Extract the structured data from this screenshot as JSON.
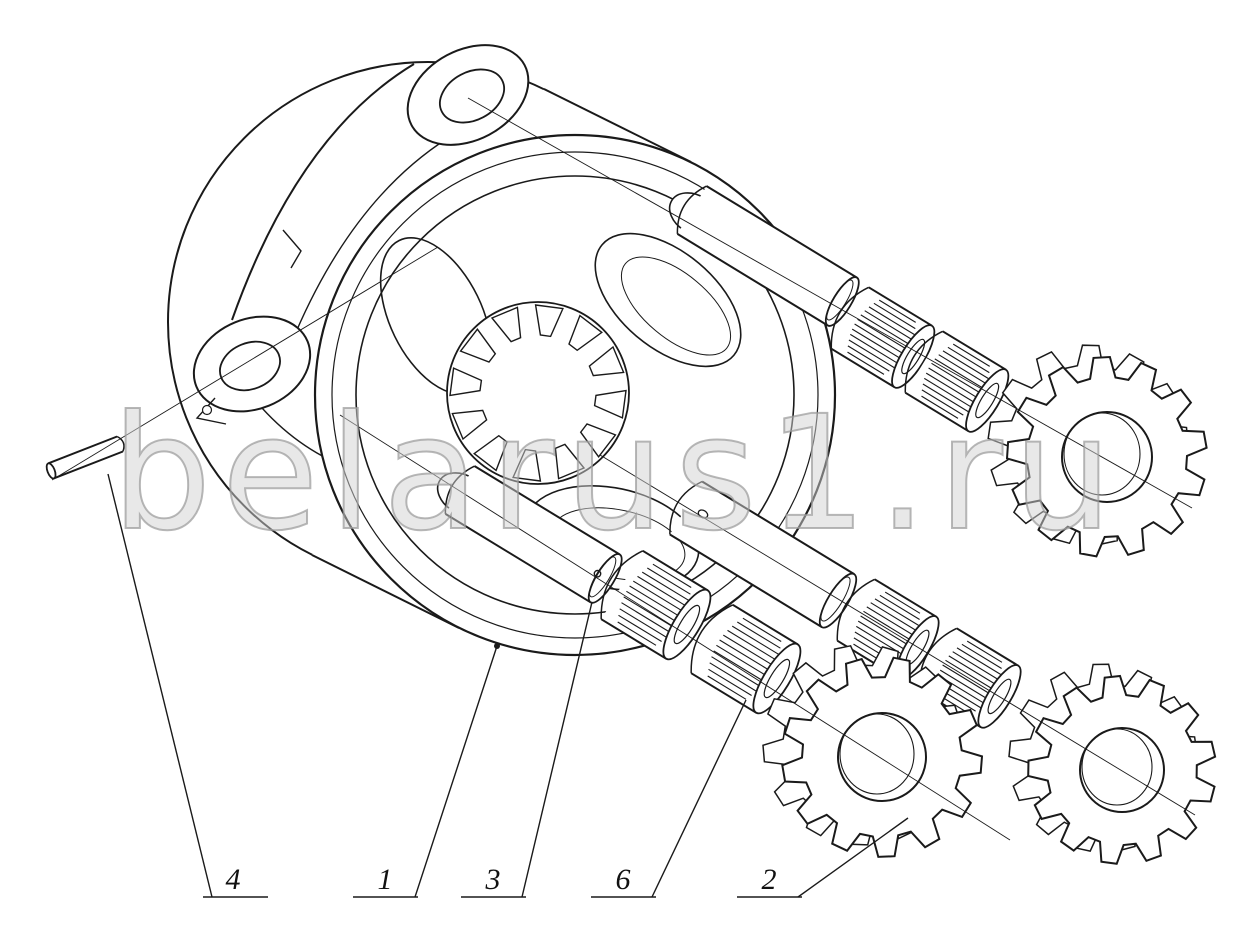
{
  "diagram": {
    "watermark": "belarus1.ru",
    "callouts": [
      {
        "label": "4"
      },
      {
        "label": "1"
      },
      {
        "label": "3"
      },
      {
        "label": "6"
      },
      {
        "label": "2"
      }
    ],
    "colors": {
      "background": "#ffffff",
      "line": "#1a1a1a",
      "watermark_fill": "#d2d2d2",
      "watermark_outline": "#9b9b9b"
    }
  }
}
